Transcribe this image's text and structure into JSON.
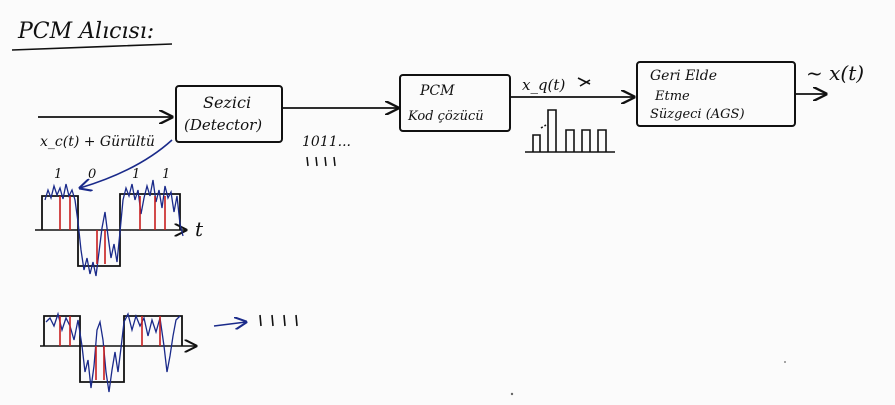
{
  "title": "PCM Alıcısı:",
  "blocks": {
    "detector": {
      "line1": "Sezici",
      "line2": "(Detector)"
    },
    "decoder": {
      "line1": "PCM",
      "line2": "Kod çözücü"
    },
    "ags": {
      "line1": "Geri Elde",
      "line2": "Etme",
      "line3": "Süzgeci (AGS)"
    }
  },
  "signals": {
    "input": "x_c(t) + Gürültü",
    "quantized": "x_q(t)",
    "output": "~ x(t)",
    "time_axis": "t"
  },
  "bits": {
    "detector_out": "1011...",
    "detector_ticks": "||||",
    "second_wave_ticks": "||||",
    "wave_labels": [
      "1",
      "0",
      "1",
      "1"
    ]
  }
}
